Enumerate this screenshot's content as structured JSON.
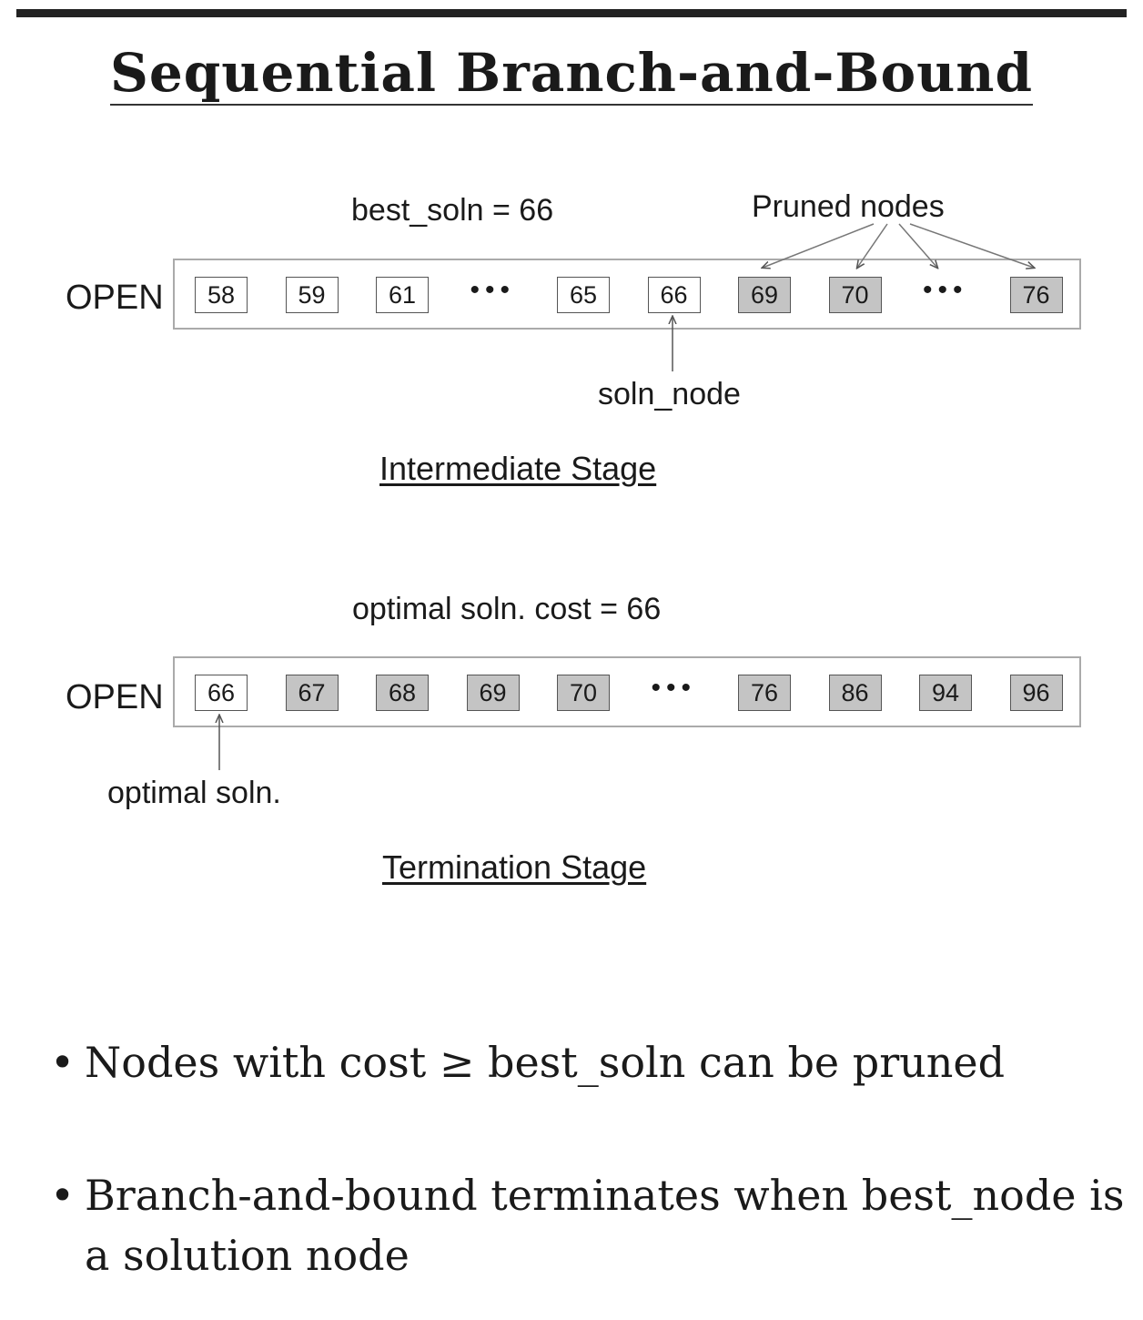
{
  "title": "Sequential Branch-and-Bound",
  "intermediate": {
    "best_label": "best_soln = 66",
    "pruned_label": "Pruned nodes",
    "open_label": "OPEN",
    "nodes": [
      {
        "value": "58",
        "pruned": false
      },
      {
        "value": "59",
        "pruned": false
      },
      {
        "value": "61",
        "pruned": false
      },
      {
        "value": "•••",
        "ellipsis": true
      },
      {
        "value": "65",
        "pruned": false
      },
      {
        "value": "66",
        "pruned": false
      },
      {
        "value": "69",
        "pruned": true
      },
      {
        "value": "70",
        "pruned": true
      },
      {
        "value": "•••",
        "ellipsis": true
      },
      {
        "value": "76",
        "pruned": true
      }
    ],
    "soln_node_label": "soln_node",
    "stage_label": "Intermediate Stage"
  },
  "termination": {
    "cost_label": "optimal soln. cost = 66",
    "open_label": "OPEN",
    "nodes": [
      {
        "value": "66",
        "pruned": false
      },
      {
        "value": "67",
        "pruned": true
      },
      {
        "value": "68",
        "pruned": true
      },
      {
        "value": "69",
        "pruned": true
      },
      {
        "value": "70",
        "pruned": true
      },
      {
        "value": "•••",
        "ellipsis": true
      },
      {
        "value": "76",
        "pruned": true
      },
      {
        "value": "86",
        "pruned": true
      },
      {
        "value": "94",
        "pruned": true
      },
      {
        "value": "96",
        "pruned": true
      }
    ],
    "optimal_label": "optimal soln.",
    "stage_label": "Termination Stage"
  },
  "bullets": [
    {
      "text": "Nodes with cost ≥ best_soln can be pruned"
    },
    {
      "line1": "Branch-and-bound terminates when best_node is",
      "line2": "a solution node"
    }
  ],
  "colors": {
    "pruned_fill": "#c4c4c4",
    "rule": "#222222"
  }
}
